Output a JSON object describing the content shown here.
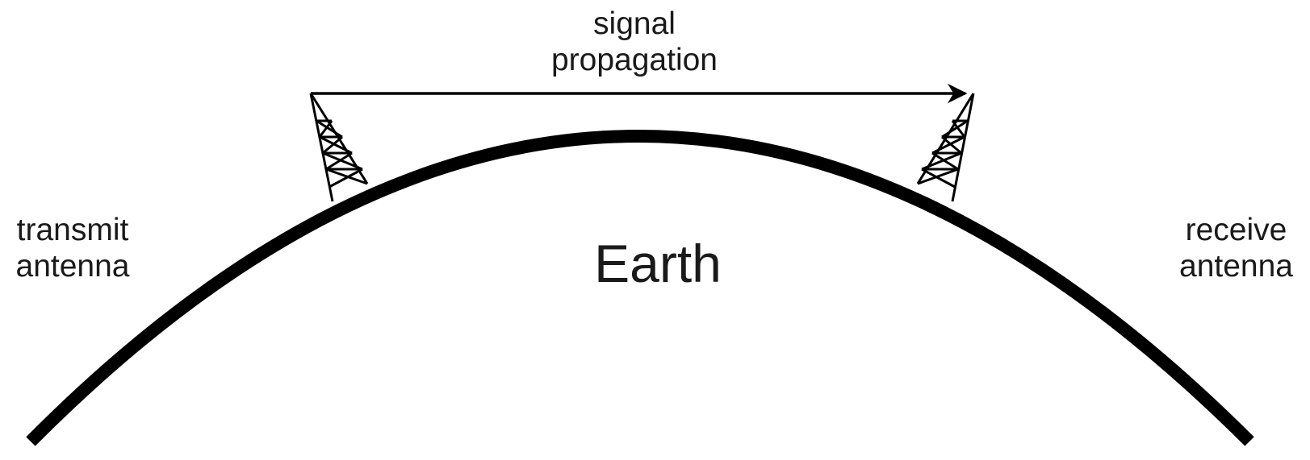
{
  "labels": {
    "signal": [
      "signal",
      "propagation"
    ],
    "transmit": [
      "transmit",
      "antenna"
    ],
    "receive": [
      "receive",
      "antenna"
    ],
    "earth": "Earth"
  },
  "colors": {
    "ink": "#000000",
    "text": "#1a1a1a",
    "background": "#ffffff"
  }
}
